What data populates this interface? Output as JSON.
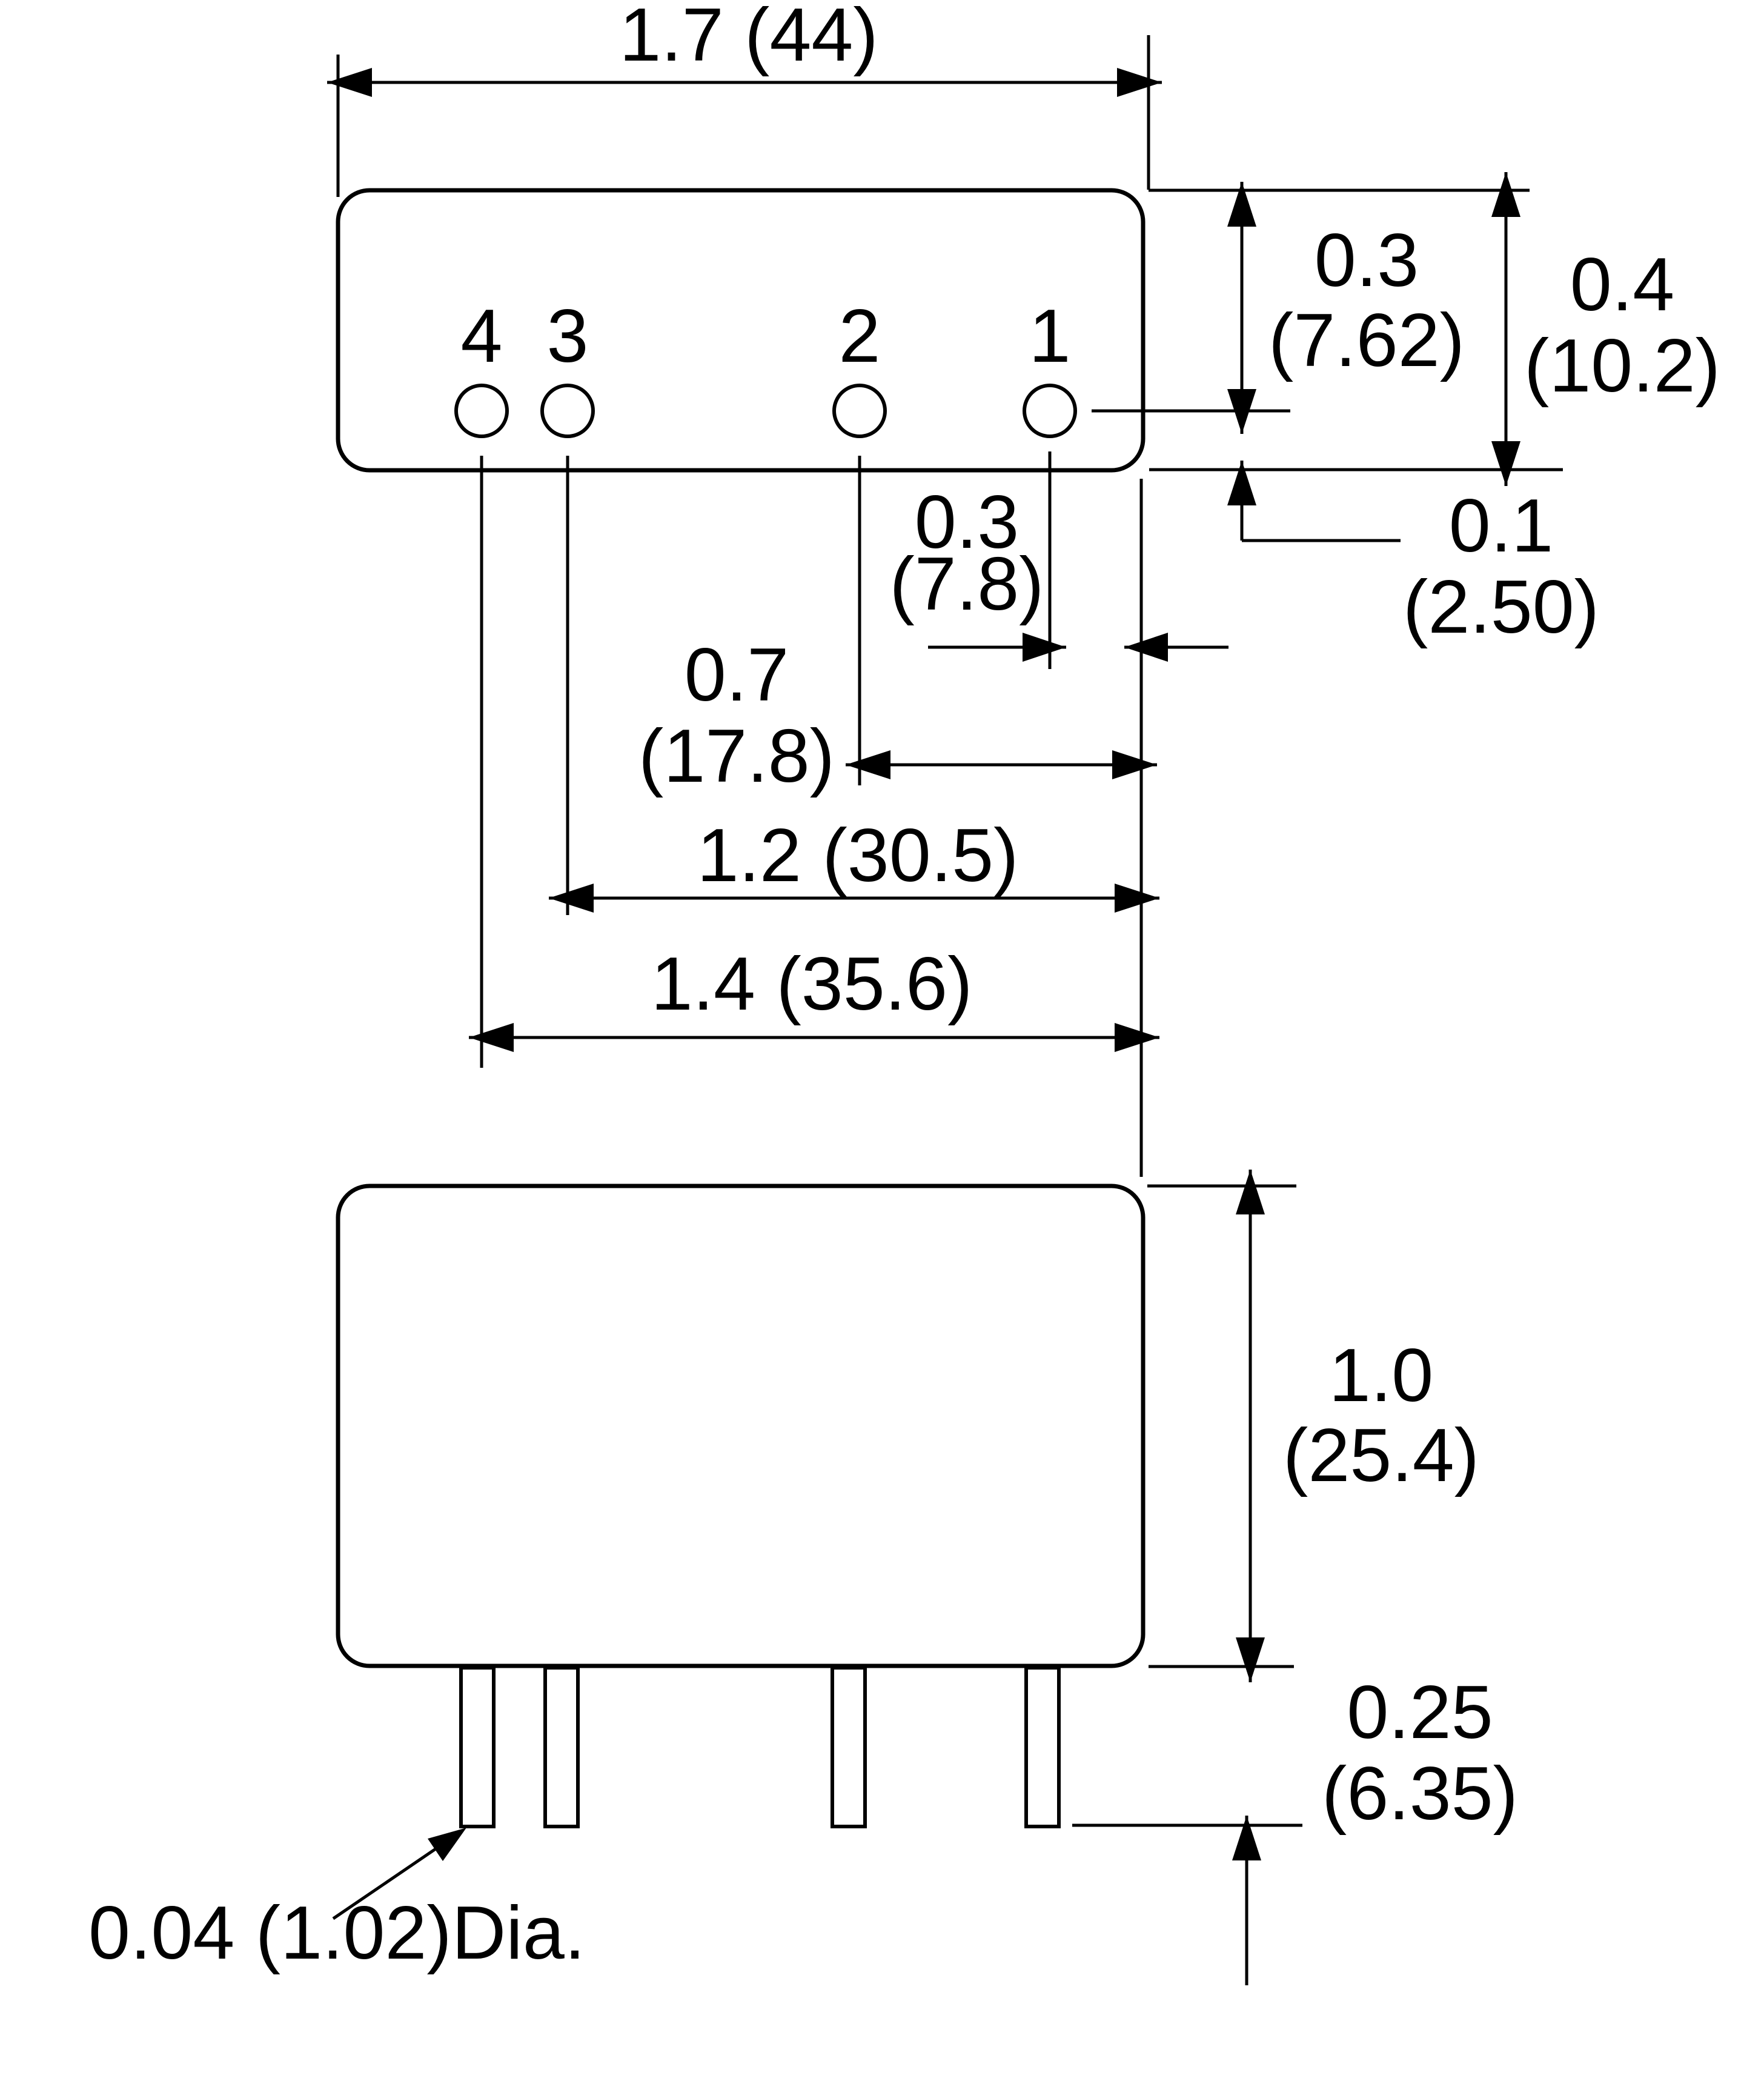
{
  "pin_numbers": {
    "pin4": "4",
    "pin3": "3",
    "pin2": "2",
    "pin1": "1"
  },
  "dimensions": {
    "overall_width": {
      "inch": "1.7",
      "mm": "(44)"
    },
    "pin1_from_top": {
      "inch": "0.3",
      "mm": "(7.62)"
    },
    "body_depth": {
      "inch": "0.4",
      "mm": "(10.2)"
    },
    "pin1_from_bottom": {
      "inch": "0.1",
      "mm": "(2.50)"
    },
    "pin1_from_right_edge": {
      "inch": "0.3",
      "mm": "(7.8)"
    },
    "pin2_from_right_edge": {
      "inch": "0.7",
      "mm": "(17.8)"
    },
    "pin3_from_right_edge": {
      "inch": "1.2",
      "mm": "(30.5)"
    },
    "pin4_from_right_edge": {
      "inch": "1.4",
      "mm": "(35.6)"
    },
    "body_height": {
      "inch": "1.0",
      "mm": "(25.4)"
    },
    "pin_length": {
      "inch": "0.25",
      "mm": "(6.35)"
    },
    "pin_diameter": {
      "text": "0.04 (1.02)Dia."
    }
  }
}
